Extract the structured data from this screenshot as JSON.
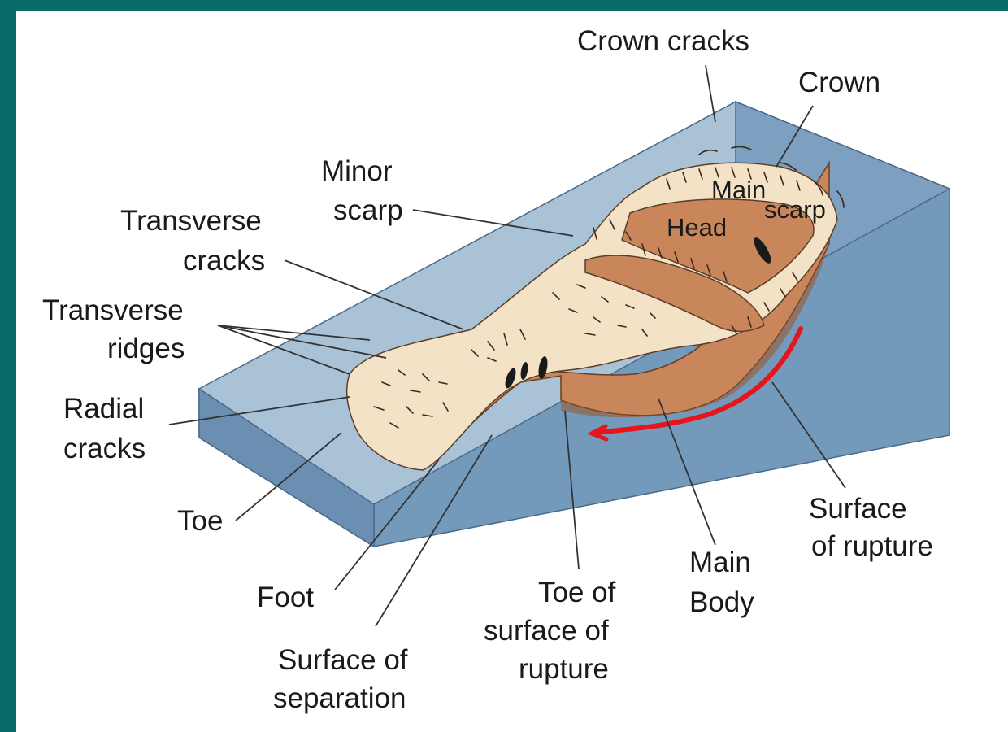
{
  "colors": {
    "border": "#0a6b6b",
    "block_top": "#a9c2d6",
    "block_front": "#6f93b6",
    "block_side": "#7ea0c0",
    "debris": "#f3e2c6",
    "slide_brown": "#c8865a",
    "slide_dark": "#9a5b34",
    "red_arrow": "#e8141c"
  },
  "labels": {
    "crown_cracks": "Crown cracks",
    "crown": "Crown",
    "minor_scarp_1": "Minor",
    "minor_scarp_2": "scarp",
    "main_scarp_1": "Main",
    "main_scarp_2": "scarp",
    "head": "Head",
    "transverse_cracks_1": "Transverse",
    "transverse_cracks_2": "cracks",
    "transverse_ridges_1": "Transverse",
    "transverse_ridges_2": "ridges",
    "radial_cracks_1": "Radial",
    "radial_cracks_2": "cracks",
    "toe": "Toe",
    "foot": "Foot",
    "surface_of_separation_1": "Surface of",
    "surface_of_separation_2": "separation",
    "toe_of_surface_1": "Toe of",
    "toe_of_surface_2": "surface of",
    "toe_of_surface_3": "rupture",
    "main_body_1": "Main",
    "main_body_2": "Body",
    "surface_of_rupture_1": "Surface",
    "surface_of_rupture_2": "of rupture"
  }
}
